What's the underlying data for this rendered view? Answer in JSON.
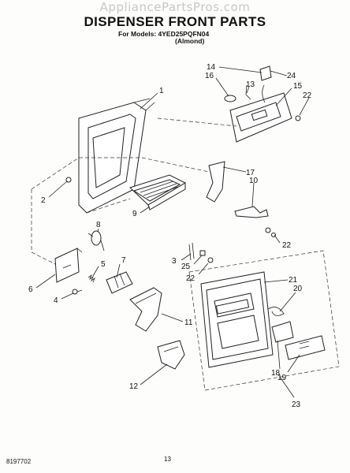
{
  "watermark": "AppliancePartsPros.com",
  "header": {
    "title": "DISPENSER FRONT PARTS",
    "models_line": "For Models: 4YED25PQFN04",
    "color_line": "(Almond)"
  },
  "footer": {
    "page_number": "13",
    "doc_number": "8197702"
  },
  "callouts": [
    "1",
    "2",
    "3",
    "4",
    "5",
    "6",
    "7",
    "8",
    "9",
    "10",
    "11",
    "12",
    "13",
    "14",
    "15",
    "16",
    "17",
    "18",
    "19",
    "20",
    "21",
    "22",
    "22",
    "22",
    "22",
    "23",
    "24",
    "25"
  ]
}
